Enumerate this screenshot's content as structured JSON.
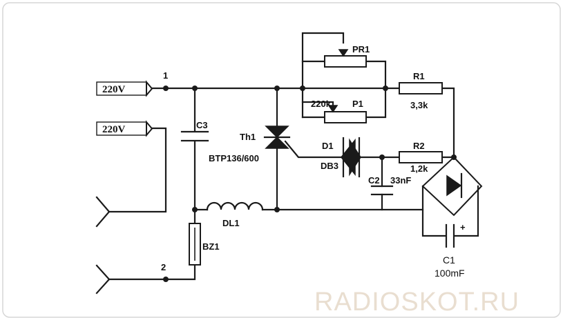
{
  "terminals": {
    "supply_1": "220V",
    "supply_2": "220V",
    "node_1": "1",
    "node_2": "2"
  },
  "components": {
    "c3": "C3",
    "th1": "Th1",
    "th1_part": "BTP136/600",
    "pr1": "PR1",
    "p1": "P1",
    "p1_value": "220k",
    "r1": "R1",
    "r1_value": "3,3k",
    "d1": "D1",
    "db3": "DB3",
    "c2": "C2",
    "c2_value": "33nF",
    "r2": "R2",
    "r2_value": "1,2k",
    "dl1": "DL1",
    "bz1": "BZ1",
    "c1": "C1",
    "c1_value": "100mF",
    "c1_polarity": "+"
  },
  "watermark": "RADIOSKOT.RU"
}
